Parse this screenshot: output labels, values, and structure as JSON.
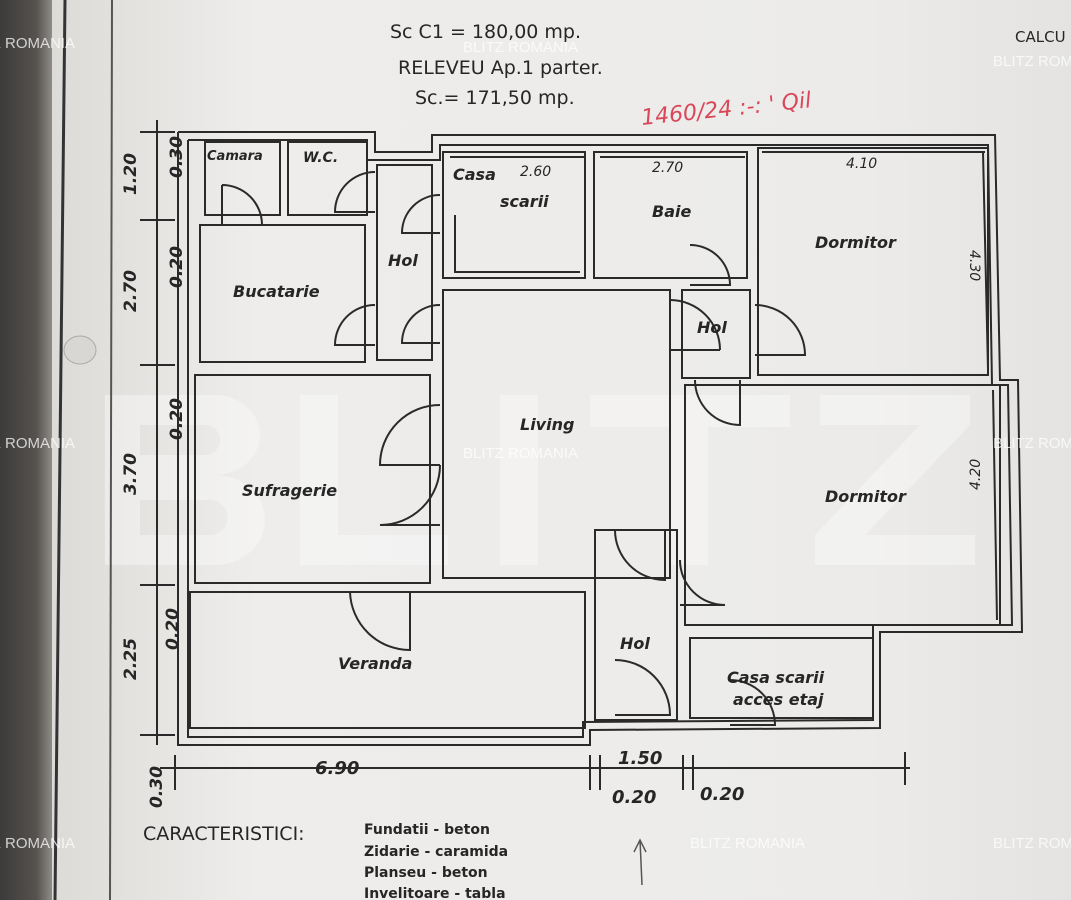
{
  "header": {
    "line1": "Sc C1 =  180,00  mp.",
    "line2": "RELEVEU  Ap.1  parter.",
    "line3": "Sc.=  171,50  mp.",
    "handwritten_note": "1460/24 :-: ' Qil",
    "corner_text": "CALCU"
  },
  "rooms": {
    "camara": "Camara",
    "wc": "W.C.",
    "casa_scarii_1": "Casa",
    "casa_scarii_2": "scarii",
    "baie": "Baie",
    "dormitor_top": "Dormitor",
    "hol_top": "Hol",
    "bucatarie": "Bucatarie",
    "hol_mid": "Hol",
    "living": "Living",
    "sufragerie": "Sufragerie",
    "dormitor_bottom": "Dormitor",
    "veranda": "Veranda",
    "hol_bottom": "Hol",
    "acces_1": "Casa  scarii",
    "acces_2": "acces   etaj"
  },
  "dimensions": {
    "left": [
      "1.20",
      "0.30",
      "2.70",
      "0.20",
      "0.20",
      "3.70",
      "2.25",
      "0.20",
      "0.30"
    ],
    "casa_scarii_w": "2.60",
    "baie_w": "2.70",
    "dormitor_w": "4.10",
    "dormitor_h": "4.30",
    "dormitor2_h": "4.20",
    "bottom_main": "6.90",
    "bottom_hol": "1.50",
    "bottom_wall1": "0.20",
    "bottom_wall2": "0.20"
  },
  "characteristics": {
    "title": "CARACTERISTICI:",
    "items": [
      "Fundatii -  beton",
      "Zidarie  -  caramida",
      "Planseu  -  beton",
      "Invelitoare  -  tabla"
    ]
  },
  "watermark": {
    "big": "BLITZ",
    "small": "BLITZ ROMANIA"
  },
  "colors": {
    "ink": "#262626",
    "red_note": "#d9485a"
  }
}
